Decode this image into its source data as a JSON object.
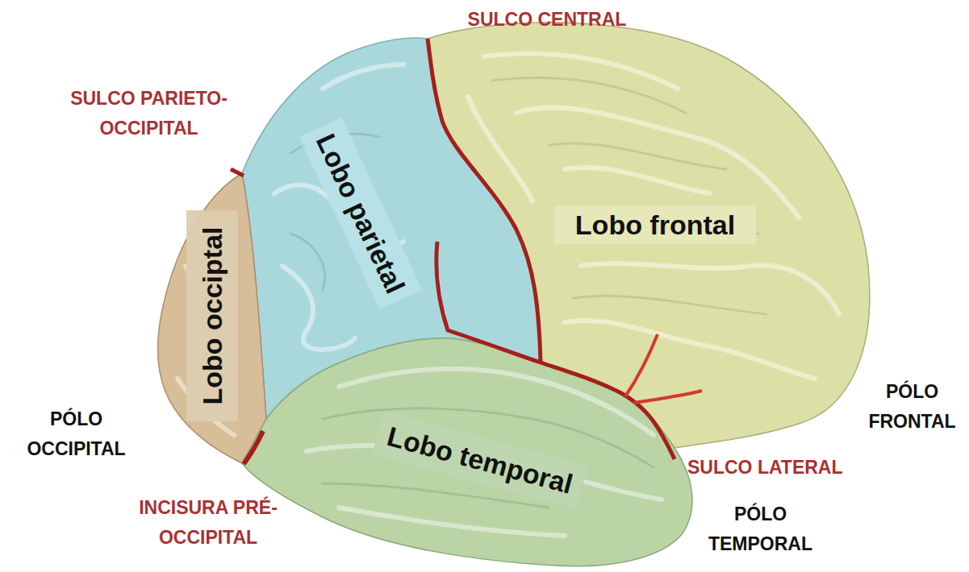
{
  "diagram": {
    "nodes": [
      {
        "text": [
          "Lobo parietal"
        ]
      },
      {
        "text": [
          "Lobo frontal"
        ]
      },
      {
        "text": [
          "Lobo occiptal"
        ]
      },
      {
        "text": [
          "Lobo temporal"
        ]
      }
    ],
    "labels": [
      "SULCO CENTRAL",
      "SULCO PARIETO- OCCIPITAL",
      "PÓLO FRONTAL",
      "PÓLO OCCIPITAL",
      "SULCO LATERAL",
      "INCISURA PRÉ- OCCIPITAL",
      "PÓLO TEMPORAL"
    ]
  }
}
